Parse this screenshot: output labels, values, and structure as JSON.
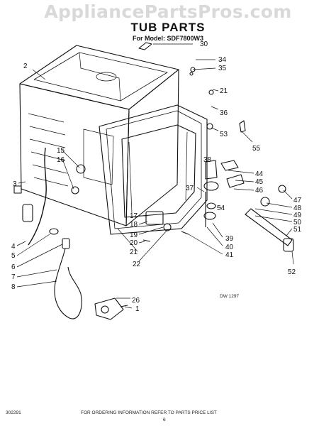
{
  "watermark": "AppliancePartsPros.com",
  "header": {
    "title": "TUB PARTS",
    "subtitle": "For Model: SDF7800W3"
  },
  "drawing_ref": "DW 1297",
  "footer": {
    "code": "302291",
    "note": "FOR ORDERING INFORMATION REFER TO PARTS PRICE LIST",
    "page": "6"
  },
  "callouts": [
    "2",
    "30",
    "34",
    "35",
    "21",
    "36",
    "53",
    "55",
    "38",
    "44",
    "45",
    "46",
    "47",
    "48",
    "49",
    "50",
    "51",
    "52",
    "3",
    "4",
    "5",
    "6",
    "7",
    "8",
    "15",
    "16",
    "17",
    "18",
    "19",
    "20",
    "21",
    "22",
    "26",
    "1",
    "37",
    "54",
    "39",
    "40",
    "41"
  ]
}
